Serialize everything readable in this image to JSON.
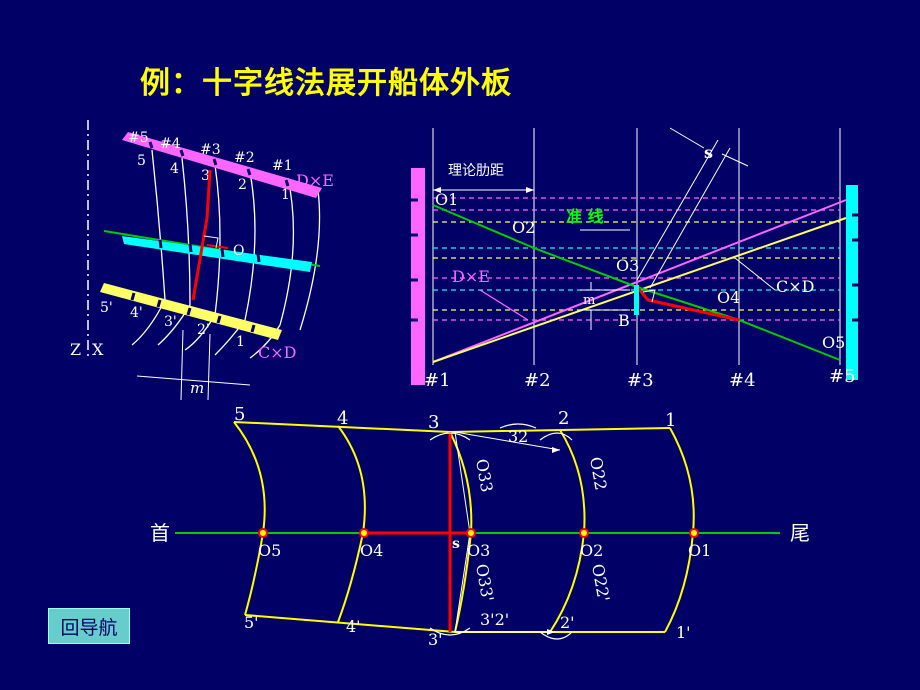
{
  "title": "例：十字线法展开船体外板",
  "nav_button": "回导航",
  "colors": {
    "background": "#000066",
    "title": "#ffff00",
    "magenta_strake": "#ff66ff",
    "cyan_strake": "#00ffff",
    "yellow_strake": "#ffff66",
    "red_line": "#ff0000",
    "green_line": "#00cc00",
    "white_line": "#ffffff"
  },
  "left_view": {
    "frame_labels_top": [
      "#5",
      "#4",
      "#3",
      "#2",
      "#1"
    ],
    "frame_numbers_upper": [
      "5",
      "4",
      "3",
      "2",
      "1"
    ],
    "frame_numbers_lower": [
      "5'",
      "4'",
      "3'",
      "2'",
      "1"
    ],
    "strake_upper_label": "D×E",
    "strake_lower_label": "C×D",
    "axis_label_z": "Z",
    "axis_label_x": "X",
    "dim_label": "m",
    "point_label": "O"
  },
  "right_view": {
    "dim_label": "理论肋距",
    "datum_label": "准 线",
    "s_label": "s",
    "upper_strake_label": "D×E",
    "lower_strake_label": "C×D",
    "m_label": "m",
    "b_label": "B",
    "o_labels": [
      "O1",
      "O2",
      "O3",
      "O4",
      "O5"
    ],
    "frame_labels": [
      "#1",
      "#2",
      "#3",
      "#4",
      "#5"
    ]
  },
  "bottom_view": {
    "left_end": "首",
    "right_end": "尾",
    "top_points": [
      "5",
      "4",
      "3",
      "2",
      "1"
    ],
    "bottom_points": [
      "5'",
      "4'",
      "3'",
      "2'",
      "1'"
    ],
    "centers": [
      "O5",
      "O4",
      "O3",
      "O2",
      "O1"
    ],
    "arc_32": "32",
    "arc_o33": "O33",
    "arc_o22": "O22",
    "arc_o33p": "O33'",
    "arc_o22p": "O22'",
    "arc_32p": "3'2'",
    "s_label": "s"
  }
}
